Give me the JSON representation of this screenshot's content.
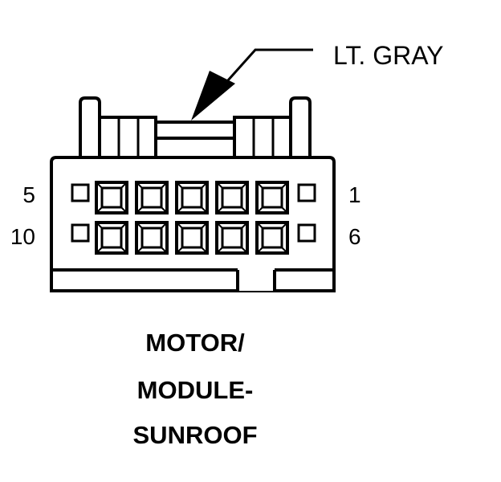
{
  "wire_color_label": "LT. GRAY",
  "pin_labels": {
    "top_left": "5",
    "bottom_left": "10",
    "top_right": "1",
    "bottom_right": "6"
  },
  "title_lines": [
    "MOTOR/",
    "MODULE-",
    "SUNROOF"
  ],
  "colors": {
    "line": "#000000",
    "background": "#ffffff"
  }
}
